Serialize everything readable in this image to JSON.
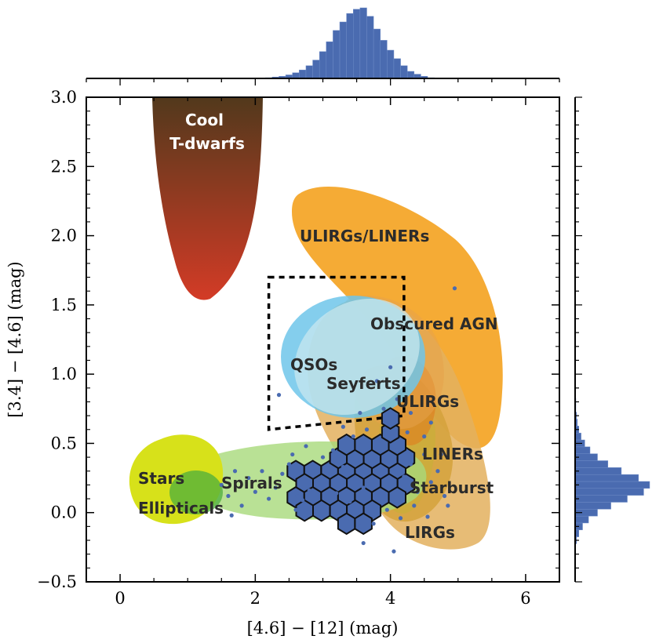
{
  "chart_data": {
    "type": "scatter",
    "xlabel": "[4.6] − [12] (mag)",
    "ylabel": "[3.4] − [4.6] (mag)",
    "xlim": [
      -0.5,
      6.5
    ],
    "ylim": [
      -0.5,
      3.0
    ],
    "x_ticks": [
      0,
      2,
      4,
      6
    ],
    "y_ticks": [
      -0.5,
      0.0,
      0.5,
      1.0,
      1.5,
      2.0,
      2.5,
      3.0
    ],
    "x_tick_labels": [
      "0",
      "2",
      "4",
      "6"
    ],
    "y_tick_labels": [
      "−0.5",
      "0.0",
      "0.5",
      "1.0",
      "1.5",
      "2.0",
      "2.5",
      "3.0"
    ],
    "grid": false,
    "point_color": "#4a6bb0",
    "marginal_color": "#4a6bb0",
    "regions": [
      {
        "label": "Cool\nT-dwarfs",
        "color_top": "#52391c",
        "color_bottom": "#d33b26"
      },
      {
        "label": "ULIRGs/LINERs",
        "color": "#f39c12"
      },
      {
        "label": "Obscured AGN",
        "color": "#e6a24a"
      },
      {
        "label": "QSOs",
        "color": "#6ec6ea"
      },
      {
        "label": "Seyferts",
        "color": "#8ccfb4"
      },
      {
        "label": "ULIRGs",
        "color": "#e07b1c"
      },
      {
        "label": "LINERs",
        "color": "#c9ae3a"
      },
      {
        "label": "Starburst",
        "color": "#d3a23c"
      },
      {
        "label": "LIRGs",
        "color": "#e3b05e"
      },
      {
        "label": "Spirals",
        "color": "#a8d97a"
      },
      {
        "label": "Stars",
        "color": "#d7e11a"
      },
      {
        "label": "Ellipticals",
        "color": "#4cae3c"
      }
    ],
    "selection_box": {
      "style": "dashed",
      "corners": [
        [
          2.2,
          1.7
        ],
        [
          4.2,
          1.7
        ],
        [
          4.2,
          0.7
        ],
        [
          2.2,
          0.6
        ]
      ]
    },
    "points": [
      [
        2.62,
        0.12
      ],
      [
        2.7,
        0.09
      ],
      [
        2.8,
        0.16
      ],
      [
        2.9,
        0.22
      ],
      [
        3.0,
        0.05
      ],
      [
        3.1,
        0.28
      ],
      [
        3.2,
        0.14
      ],
      [
        3.3,
        0.33
      ],
      [
        3.4,
        0.08
      ],
      [
        3.5,
        0.25
      ],
      [
        3.6,
        0.18
      ],
      [
        3.7,
        0.4
      ],
      [
        3.8,
        0.12
      ],
      [
        3.9,
        0.3
      ],
      [
        4.0,
        0.2
      ],
      [
        4.1,
        0.45
      ],
      [
        4.2,
        0.26
      ],
      [
        4.3,
        0.35
      ],
      [
        4.4,
        0.15
      ],
      [
        4.5,
        0.42
      ],
      [
        4.6,
        0.22
      ],
      [
        3.35,
        -0.05
      ],
      [
        3.55,
        -0.1
      ],
      [
        3.75,
        -0.08
      ],
      [
        3.95,
        0.02
      ],
      [
        4.15,
        -0.04
      ],
      [
        2.4,
        0.28
      ],
      [
        2.5,
        0.35
      ],
      [
        2.6,
        0.02
      ],
      [
        2.3,
        0.18
      ],
      [
        2.2,
        0.1
      ],
      [
        2.0,
        0.15
      ],
      [
        1.8,
        0.05
      ],
      [
        1.6,
        0.12
      ],
      [
        1.65,
        -0.02
      ],
      [
        1.5,
        0.2
      ],
      [
        2.1,
        0.3
      ],
      [
        3.45,
        0.55
      ],
      [
        3.65,
        0.6
      ],
      [
        3.85,
        0.52
      ],
      [
        4.05,
        0.65
      ],
      [
        4.25,
        0.58
      ],
      [
        3.9,
        0.75
      ],
      [
        4.1,
        0.82
      ],
      [
        3.8,
        0.95
      ],
      [
        4.0,
        1.05
      ],
      [
        3.55,
        0.72
      ],
      [
        3.3,
        0.62
      ],
      [
        4.5,
        0.55
      ],
      [
        4.7,
        0.3
      ],
      [
        4.8,
        0.12
      ],
      [
        4.35,
        0.05
      ],
      [
        4.55,
        -0.03
      ],
      [
        4.05,
        -0.28
      ],
      [
        3.6,
        -0.22
      ],
      [
        2.35,
        0.85
      ],
      [
        4.95,
        1.62
      ],
      [
        4.85,
        0.05
      ],
      [
        3.0,
        0.4
      ],
      [
        2.85,
        0.3
      ],
      [
        3.15,
        0.45
      ],
      [
        4.3,
        0.72
      ],
      [
        4.6,
        0.65
      ],
      [
        4.75,
        0.42
      ],
      [
        2.55,
        0.42
      ],
      [
        2.75,
        0.48
      ],
      [
        1.7,
        0.3
      ],
      [
        1.9,
        0.25
      ]
    ],
    "hex_centers": [
      [
        2.6,
        0.3
      ],
      [
        2.85,
        0.3
      ],
      [
        3.1,
        0.3
      ],
      [
        3.35,
        0.3
      ],
      [
        3.6,
        0.3
      ],
      [
        3.85,
        0.3
      ],
      [
        4.1,
        0.3
      ],
      [
        2.73,
        0.205
      ],
      [
        2.98,
        0.205
      ],
      [
        3.23,
        0.205
      ],
      [
        3.48,
        0.205
      ],
      [
        3.73,
        0.205
      ],
      [
        3.98,
        0.205
      ],
      [
        4.23,
        0.205
      ],
      [
        2.6,
        0.11
      ],
      [
        2.85,
        0.11
      ],
      [
        3.1,
        0.11
      ],
      [
        3.35,
        0.11
      ],
      [
        3.6,
        0.11
      ],
      [
        3.85,
        0.11
      ],
      [
        4.1,
        0.11
      ],
      [
        2.73,
        0.015
      ],
      [
        2.98,
        0.015
      ],
      [
        3.23,
        0.015
      ],
      [
        3.48,
        0.015
      ],
      [
        3.73,
        0.015
      ],
      [
        3.35,
        -0.08
      ],
      [
        3.6,
        -0.08
      ],
      [
        3.23,
        0.395
      ],
      [
        3.48,
        0.395
      ],
      [
        3.73,
        0.395
      ],
      [
        3.98,
        0.395
      ],
      [
        4.23,
        0.395
      ],
      [
        3.35,
        0.49
      ],
      [
        3.6,
        0.49
      ],
      [
        3.85,
        0.49
      ],
      [
        4.1,
        0.49
      ],
      [
        4.0,
        0.58
      ],
      [
        4.0,
        0.68
      ]
    ],
    "marginal_x": {
      "bins": [
        2.2,
        2.3,
        2.4,
        2.5,
        2.6,
        2.7,
        2.8,
        2.9,
        3.0,
        3.1,
        3.2,
        3.3,
        3.4,
        3.5,
        3.6,
        3.7,
        3.8,
        3.9,
        4.0,
        4.1,
        4.2,
        4.3,
        4.4,
        4.5,
        4.6
      ],
      "counts": [
        1,
        2,
        3,
        5,
        8,
        12,
        18,
        26,
        38,
        52,
        68,
        80,
        92,
        98,
        100,
        88,
        70,
        54,
        40,
        28,
        18,
        10,
        6,
        3,
        1
      ]
    },
    "marginal_y": {
      "bins": [
        -0.2,
        -0.15,
        -0.1,
        -0.05,
        0.0,
        0.05,
        0.1,
        0.15,
        0.2,
        0.25,
        0.3,
        0.35,
        0.4,
        0.45,
        0.5,
        0.55,
        0.6,
        0.65,
        0.7,
        0.75,
        0.8
      ],
      "counts": [
        2,
        5,
        10,
        18,
        30,
        48,
        70,
        92,
        100,
        85,
        62,
        44,
        30,
        20,
        13,
        8,
        5,
        3,
        2,
        1,
        1
      ]
    }
  }
}
